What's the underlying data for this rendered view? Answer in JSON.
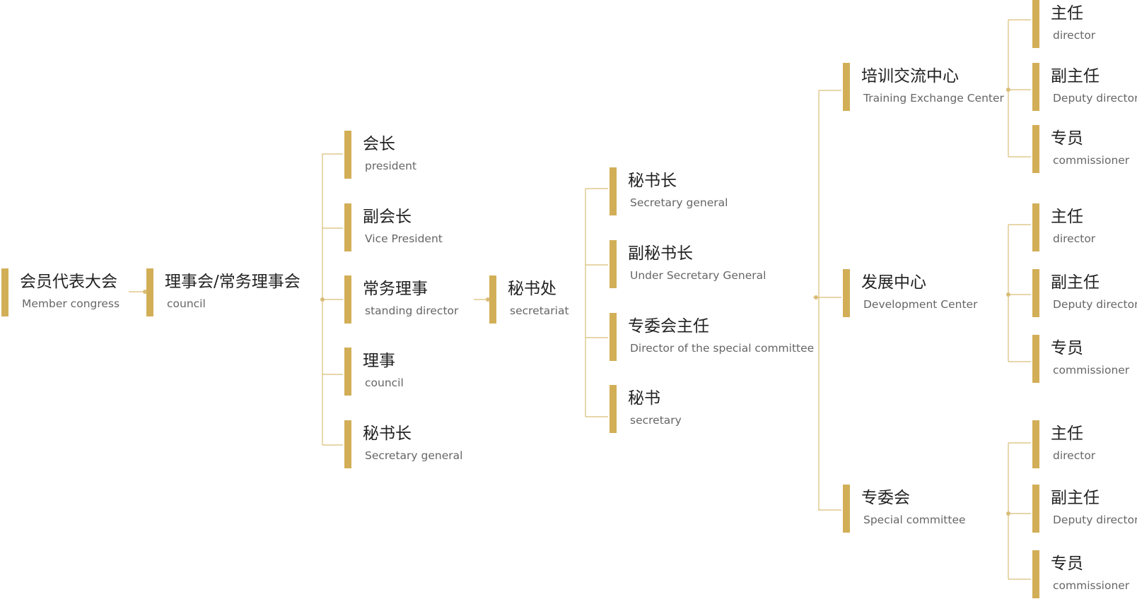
{
  "colors": {
    "accent": "#d2ae57",
    "line": "#d9bd78",
    "title": "#222222",
    "subtitle": "#666666"
  },
  "nodes": {
    "member_congress": {
      "zh": "会员代表大会",
      "en": "Member congress"
    },
    "council": {
      "zh": "理事会/常务理事会",
      "en": "council"
    },
    "president": {
      "zh": "会长",
      "en": "president"
    },
    "vice_president": {
      "zh": "副会长",
      "en": "Vice President"
    },
    "standing_director": {
      "zh": "常务理事",
      "en": "standing director"
    },
    "council_member": {
      "zh": "理事",
      "en": "council"
    },
    "secretary_general_l2": {
      "zh": "秘书长",
      "en": "Secretary general"
    },
    "secretariat": {
      "zh": "秘书处",
      "en": "secretariat"
    },
    "secretary_general": {
      "zh": "秘书长",
      "en": "Secretary general"
    },
    "under_secretary_general": {
      "zh": "副秘书长",
      "en": "Under Secretary General"
    },
    "special_committee_director": {
      "zh": "专委会主任",
      "en": "Director of the special committee"
    },
    "secretary": {
      "zh": "秘书",
      "en": "secretary"
    },
    "training_center": {
      "zh": "培训交流中心",
      "en": "Training Exchange Center"
    },
    "development_center": {
      "zh": "发展中心",
      "en": "Development Center"
    },
    "special_committee": {
      "zh": "专委会",
      "en": "Special committee"
    },
    "training_director": {
      "zh": "主任",
      "en": "director"
    },
    "training_deputy": {
      "zh": "副主任",
      "en": "Deputy director"
    },
    "training_commissioner": {
      "zh": "专员",
      "en": "commissioner"
    },
    "development_director": {
      "zh": "主任",
      "en": "director"
    },
    "development_deputy": {
      "zh": "副主任",
      "en": "Deputy director"
    },
    "development_commissioner": {
      "zh": "专员",
      "en": "commissioner"
    },
    "committee_director": {
      "zh": "主任",
      "en": "director"
    },
    "committee_deputy": {
      "zh": "副主任",
      "en": "Deputy director"
    },
    "committee_commissioner": {
      "zh": "专员",
      "en": "commissioner"
    }
  }
}
